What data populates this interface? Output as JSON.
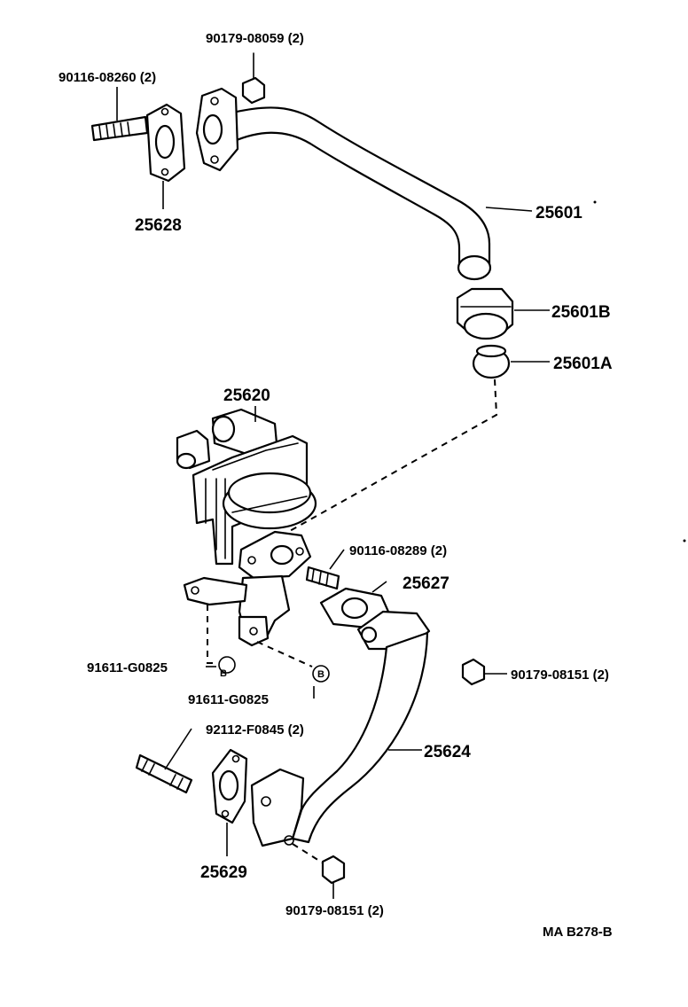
{
  "diagram": {
    "labels": {
      "p90179_08059": "90179-08059 (2)",
      "p90116_08260": "90116-08260 (2)",
      "p25628": "25628",
      "p25601": "25601",
      "p25601B": "25601B",
      "p25601A": "25601A",
      "p25620": "25620",
      "p90116_08289": "90116-08289 (2)",
      "p25627": "25627",
      "p90179_08151_right": "90179-08151 (2)",
      "p91611_G0825_a": "91611-G0825",
      "p91611_G0825_b": "91611-G0825",
      "p92112_F0845": "92112-F0845 (2)",
      "p25624": "25624",
      "p25629": "25629",
      "p90179_08151_bottom": "90179-08151 (2)",
      "callout_b1": "B",
      "callout_b2": "B",
      "drawing_code": "MA B278-B"
    }
  }
}
